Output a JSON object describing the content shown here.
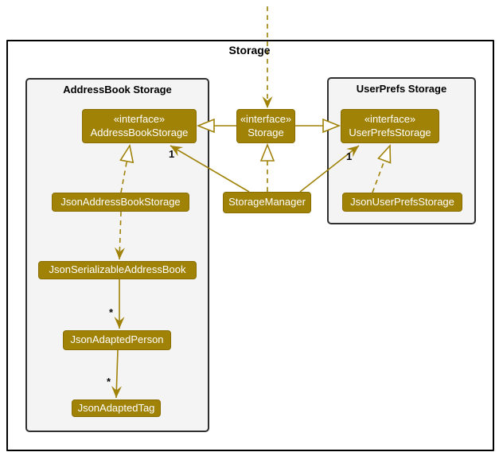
{
  "diagram": {
    "frame_title": "Storage",
    "packages": [
      {
        "title": "AddressBook Storage"
      },
      {
        "title": "UserPrefs Storage"
      }
    ],
    "classes": {
      "addressbook_storage": {
        "stereotype": "«interface»",
        "name": "AddressBookStorage"
      },
      "storage": {
        "stereotype": "«interface»",
        "name": "Storage"
      },
      "userprefs_storage": {
        "stereotype": "«interface»",
        "name": "UserPrefsStorage"
      },
      "storage_manager": {
        "name": "StorageManager"
      },
      "json_addressbook_storage": {
        "name": "JsonAddressBookStorage"
      },
      "json_userprefs_storage": {
        "name": "JsonUserPrefsStorage"
      },
      "json_serializable_addressbook": {
        "name": "JsonSerializableAddressBook"
      },
      "json_adapted_person": {
        "name": "JsonAdaptedPerson"
      },
      "json_adapted_tag": {
        "name": "JsonAdaptedTag"
      }
    },
    "relationships": [
      {
        "from": "Storage",
        "to": "AddressBookStorage",
        "type": "extension",
        "label": ""
      },
      {
        "from": "Storage",
        "to": "UserPrefsStorage",
        "type": "extension",
        "label": ""
      },
      {
        "from": "StorageManager",
        "to": "Storage",
        "type": "realization",
        "label": ""
      },
      {
        "from": "StorageManager",
        "to": "AddressBookStorage",
        "type": "association",
        "label": "1"
      },
      {
        "from": "StorageManager",
        "to": "UserPrefsStorage",
        "type": "association",
        "label": "1"
      },
      {
        "from": "JsonAddressBookStorage",
        "to": "AddressBookStorage",
        "type": "realization",
        "label": ""
      },
      {
        "from": "JsonUserPrefsStorage",
        "to": "UserPrefsStorage",
        "type": "realization",
        "label": ""
      },
      {
        "from": "JsonAddressBookStorage",
        "to": "JsonSerializableAddressBook",
        "type": "dependency",
        "label": ""
      },
      {
        "from": "JsonSerializableAddressBook",
        "to": "JsonAdaptedPerson",
        "type": "association",
        "label": "*"
      },
      {
        "from": "JsonAdaptedPerson",
        "to": "JsonAdaptedTag",
        "type": "association",
        "label": "*"
      },
      {
        "from": "external",
        "to": "Storage",
        "type": "dependency",
        "label": ""
      }
    ],
    "colors": {
      "node_fill": "#a08207",
      "node_border": "#8a6d00",
      "node_text": "#ffffff",
      "line": "#a08207",
      "package_fill": "#f4f4f4",
      "package_border": "#2f2f2f",
      "frame_border": "#000000",
      "multiplicity_text": "#0a0a0a"
    }
  }
}
